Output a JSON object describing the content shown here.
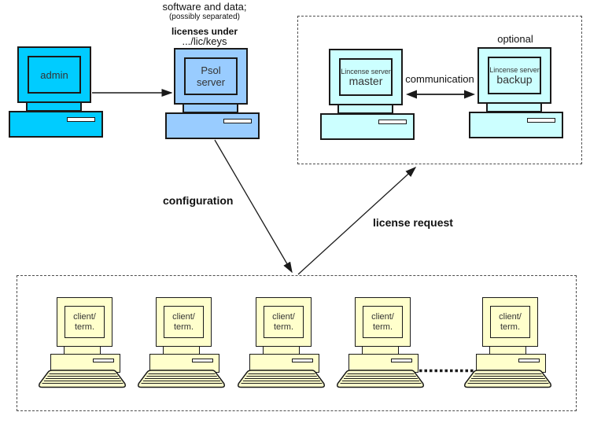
{
  "colors": {
    "admin_fill": "#00ccff",
    "server_fill": "#99ccff",
    "license_fill": "#ccffff",
    "client_fill": "#ffffcc",
    "outline": "#1a1a1a"
  },
  "psol_note": {
    "line1": "software and data;",
    "line2": "(possibly separated)",
    "line3": "licenses under",
    "line4": ".../lic/keys"
  },
  "labels": {
    "optional": "optional",
    "communication": "communication",
    "configuration": "configuration",
    "license_request": "license request"
  },
  "nodes": {
    "admin": {
      "line1": "admin"
    },
    "psol": {
      "line1": "Psol",
      "line2": "server"
    },
    "master": {
      "line1": "Lincense server",
      "line2": "master"
    },
    "backup": {
      "line1": "Lincense server",
      "line2": "backup"
    },
    "clients": [
      {
        "line1": "client/",
        "line2": "term."
      },
      {
        "line1": "client/",
        "line2": "term."
      },
      {
        "line1": "client/",
        "line2": "term."
      },
      {
        "line1": "client/",
        "line2": "term."
      },
      {
        "line1": "client/",
        "line2": "term."
      }
    ]
  }
}
